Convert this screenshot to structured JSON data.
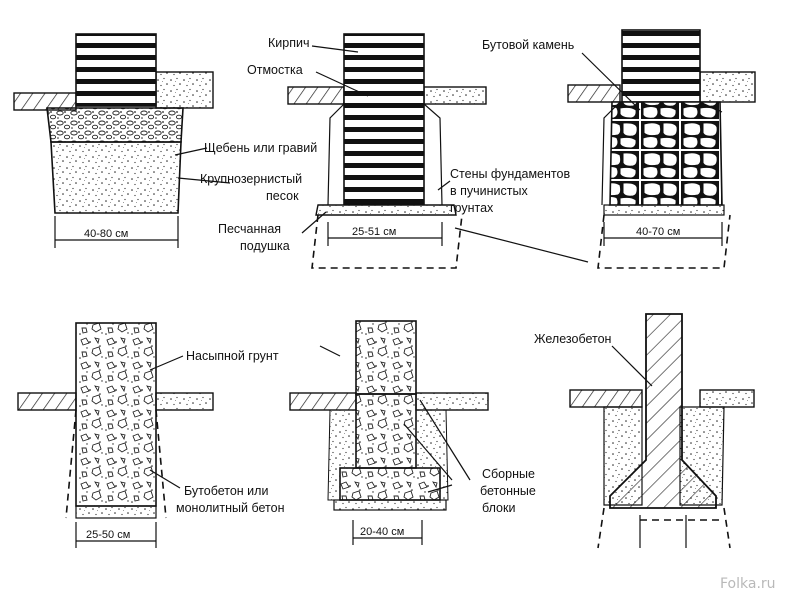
{
  "labels": {
    "brick": "Кирпич",
    "blind_area": "Отмостка",
    "rubble_stone": "Бутовой камень",
    "crushed_stone": "Щебень или гравий",
    "coarse_sand_1": "Крупнозернистый",
    "coarse_sand_2": "песок",
    "heaving_walls_1": "Стены фундаментов",
    "heaving_walls_2": "в пучинистых",
    "heaving_walls_3": "грунтах",
    "sand_cushion_1": "Песчанная",
    "sand_cushion_2": "подушка",
    "backfill": "Насыпной грунт",
    "reinforced_concrete": "Железобетон",
    "rubble_concrete_1": "Бутобетон или",
    "rubble_concrete_2": "монолитный бетон",
    "precast_1": "Сборные",
    "precast_2": "бетонные",
    "precast_3": "блоки"
  },
  "dimensions": {
    "d1": "40-80 см",
    "d2": "25-51 см",
    "d3": "40-70 см",
    "d4": "25-50 см",
    "d5": "20-40 см"
  },
  "watermark": "Folka.ru"
}
